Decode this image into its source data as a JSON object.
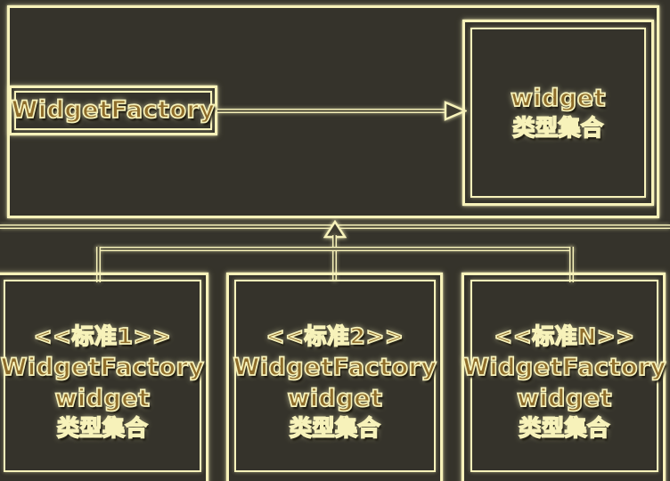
{
  "diagram": {
    "title_hint": "Abstract widget factory class diagram",
    "colors": {
      "background": "#35332b",
      "line_cream": "#f7f2ba",
      "line_dark_core": "#474433",
      "text_fill_gold": "#8e6c2a"
    },
    "boxes": {
      "factory": {
        "label": "WidgetFactory"
      },
      "widget_set": {
        "line1": "widget",
        "line2": "类型集合"
      }
    },
    "sub_boxes": [
      {
        "stereotype": "<<标准1>>",
        "line2": "WidgetFactory",
        "line3": "widget",
        "line4": "类型集合"
      },
      {
        "stereotype": "<<标准2>>",
        "line2": "WidgetFactory",
        "line3": "widget",
        "line4": "类型集合"
      },
      {
        "stereotype": "<<标准N>>",
        "line2": "WidgetFactory",
        "line3": "widget",
        "line4": "类型集合"
      }
    ]
  }
}
